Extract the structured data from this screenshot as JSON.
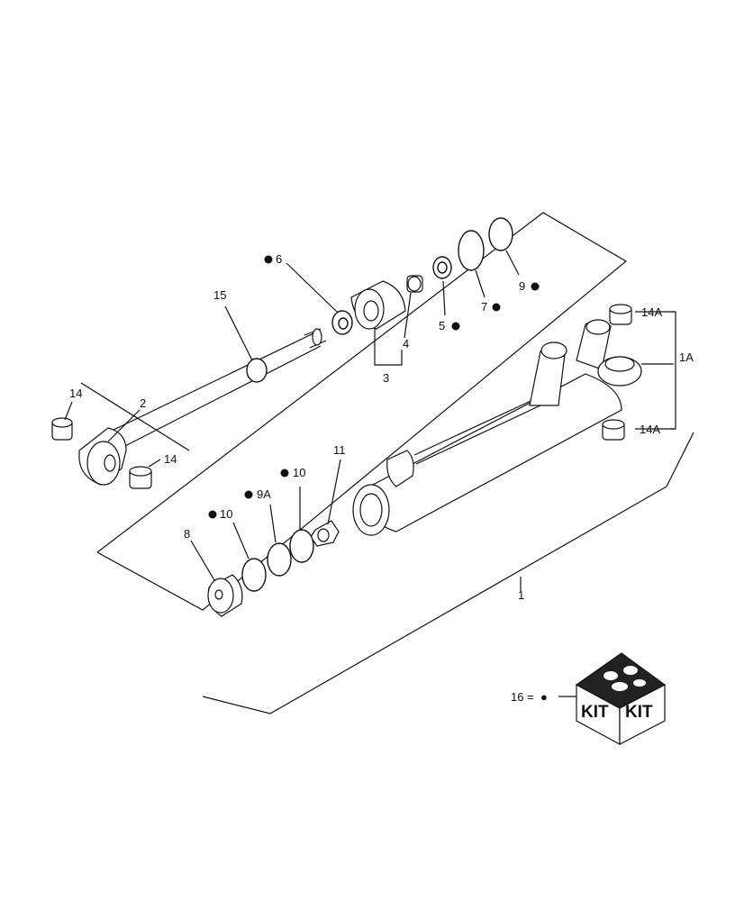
{
  "labels": {
    "p1": "1",
    "p1a": "1A",
    "p2": "2",
    "p3": "3",
    "p4": "4",
    "p5": "5",
    "p6": "6",
    "p7": "7",
    "p8": "8",
    "p9": "9",
    "p9a": "9A",
    "p10a": "10",
    "p10b": "10",
    "p11": "11",
    "p14a": "14",
    "p14b": "14",
    "p14a_top": "14A",
    "p14a_bottom": "14A",
    "p15": "15",
    "p16": "16 ="
  },
  "kit": {
    "left_text": "KIT",
    "right_text": "KIT"
  },
  "kit_marker": "●"
}
